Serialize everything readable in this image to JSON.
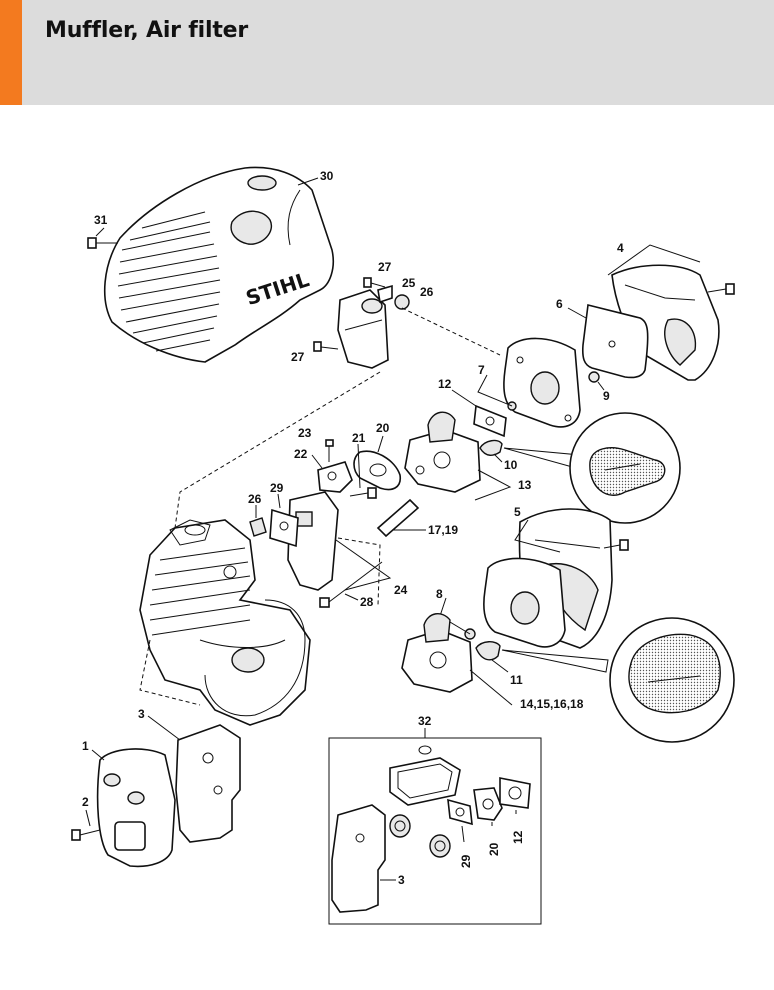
{
  "header": {
    "title": "Muffler, Air filter"
  },
  "diagram": {
    "brand_text": "STIHL",
    "callouts": {
      "c1": "1",
      "c2": "2",
      "c3a": "3",
      "c3b": "3",
      "c4": "4",
      "c5": "5",
      "c6": "6",
      "c7": "7",
      "c8": "8",
      "c9": "9",
      "c10": "10",
      "c11": "11",
      "c12a": "12",
      "c12b": "12",
      "c13": "13",
      "c14": "14,15,16,18",
      "c17": "17,19",
      "c20a": "20",
      "c20b": "20",
      "c21": "21",
      "c22": "22",
      "c23": "23",
      "c24": "24",
      "c25": "25",
      "c26a": "26",
      "c26b": "26",
      "c27a": "27",
      "c27b": "27",
      "c28": "28",
      "c29a": "29",
      "c29b": "29",
      "c30": "30",
      "c31": "31",
      "c32": "32"
    }
  }
}
